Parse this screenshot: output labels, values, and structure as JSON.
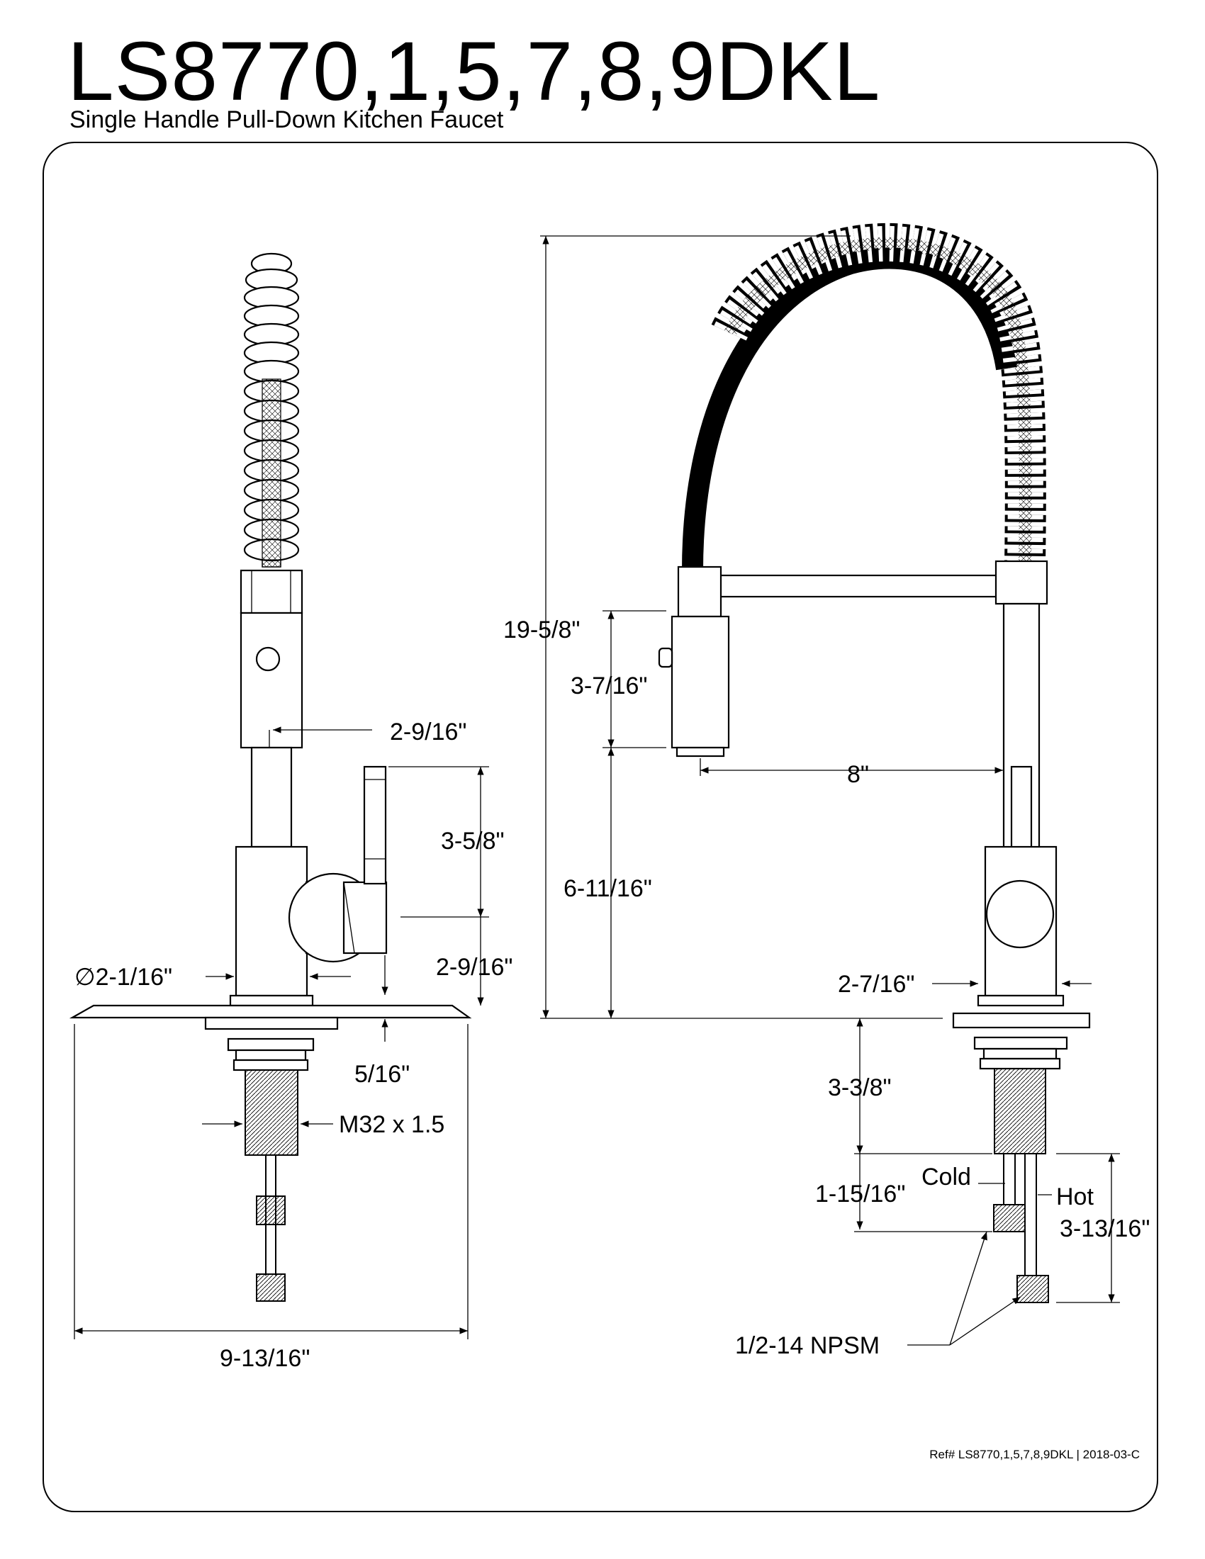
{
  "header": {
    "model": "LS8770,1,5,7,8,9DKL",
    "subtitle": "Single Handle Pull-Down Kitchen Faucet"
  },
  "side_view": {
    "spray_to_handle_offset": "2-9/16\"",
    "handle_height": "3-5/8\"",
    "handle_base_height": "2-9/16\"",
    "body_diameter": "∅2-1/16\"",
    "deck_plate_thickness": "5/16\"",
    "shank_thread": "M32 x 1.5",
    "deck_plate_width": "9-13/16\""
  },
  "front_view": {
    "overall_height": "19-5/8\"",
    "sprayer_length": "3-7/16\"",
    "spout_clearance": "6-11/16\"",
    "spout_reach": "8\"",
    "body_width": "2-7/16\"",
    "shank_length": "3-3/8\"",
    "cold_label": "Cold",
    "hot_label": "Hot",
    "cold_supply_length": "1-15/16\"",
    "hot_supply_length": "3-13/16\"",
    "connection_thread": "1/2-14 NPSM"
  },
  "footer": {
    "reference": "Ref# LS8770,1,5,7,8,9DKL | 2018-03-C"
  }
}
